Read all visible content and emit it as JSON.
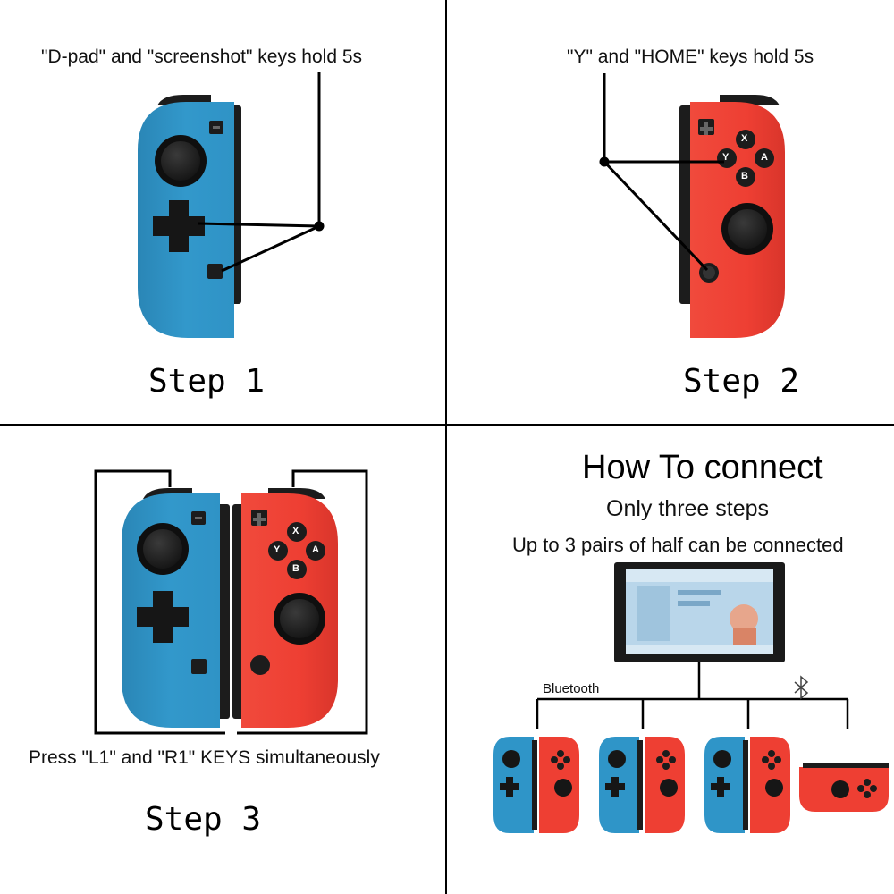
{
  "panel1": {
    "instruction": "\"D-pad\" and \"screenshot\" keys hold 5s",
    "step": "Step 1"
  },
  "panel2": {
    "instruction": "\"Y\" and \"HOME\" keys hold 5s",
    "step": "Step 2"
  },
  "panel3": {
    "instruction": "Press \"L1\" and \"R1\" KEYS simultaneously",
    "step": "Step 3"
  },
  "panel4": {
    "title": "How To connect",
    "subtitle": "Only three steps",
    "note": "Up to 3 pairs of half can be connected",
    "bluetooth_label": "Bluetooth"
  },
  "buttons": {
    "x": "X",
    "y": "Y",
    "a": "A",
    "b": "B"
  },
  "colors": {
    "blue_controller": "#2f95c8",
    "red_controller": "#ee3f33",
    "dark_part": "#1c1c1c",
    "screen": "#b9d6ea"
  },
  "icons": [
    "bluetooth-icon",
    "d-pad-icon",
    "home-button-icon",
    "screenshot-button-icon",
    "analog-stick-icon"
  ]
}
